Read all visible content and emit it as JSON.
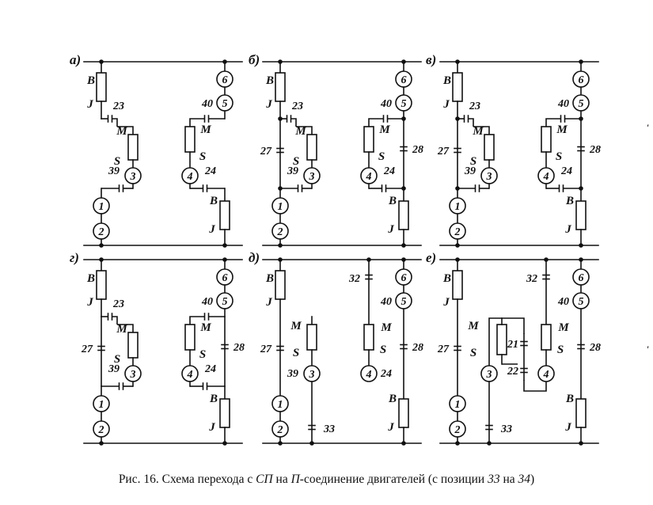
{
  "caption": {
    "lead": "Рис. 16. Схема перехода с ",
    "sp": "СП",
    "mid1": " на ",
    "p": "П",
    "mid2": "-соединение двигателей (с позиции ",
    "pos1": "33",
    "mid3": " на ",
    "pos2": "34",
    "tail": ")"
  },
  "panels": [
    {
      "id": "a",
      "label": "а)",
      "k27": false,
      "k28": false,
      "leftConn": false,
      "rightConn": false,
      "variant": "series"
    },
    {
      "id": "b",
      "label": "б)",
      "k27": true,
      "k28": true,
      "leftConn": true,
      "rightConn": true,
      "variant": "series"
    },
    {
      "id": "v",
      "label": "в)",
      "k27": true,
      "k28": true,
      "leftConn": true,
      "rightConn": true,
      "variant": "series"
    },
    {
      "id": "g",
      "label": "г)",
      "k27": true,
      "k28": true,
      "leftConn": false,
      "rightConn": false,
      "variant": "series"
    },
    {
      "id": "d",
      "label": "д)",
      "variant": "cut"
    },
    {
      "id": "e",
      "label": "е)",
      "variant": "cross"
    }
  ],
  "labels": {
    "B": "B",
    "J": "J",
    "M": "M",
    "S": "S",
    "k23": "23",
    "k24": "24",
    "k27": "27",
    "k28": "28",
    "k39": "39",
    "k40": "40",
    "k32": "32",
    "k33": "33",
    "k21": "21",
    "k22": "22",
    "m1": "1",
    "m2": "2",
    "m3": "3",
    "m4": "4",
    "m5": "5",
    "m6": "6"
  },
  "stray_marks": [
    "'",
    "'"
  ]
}
